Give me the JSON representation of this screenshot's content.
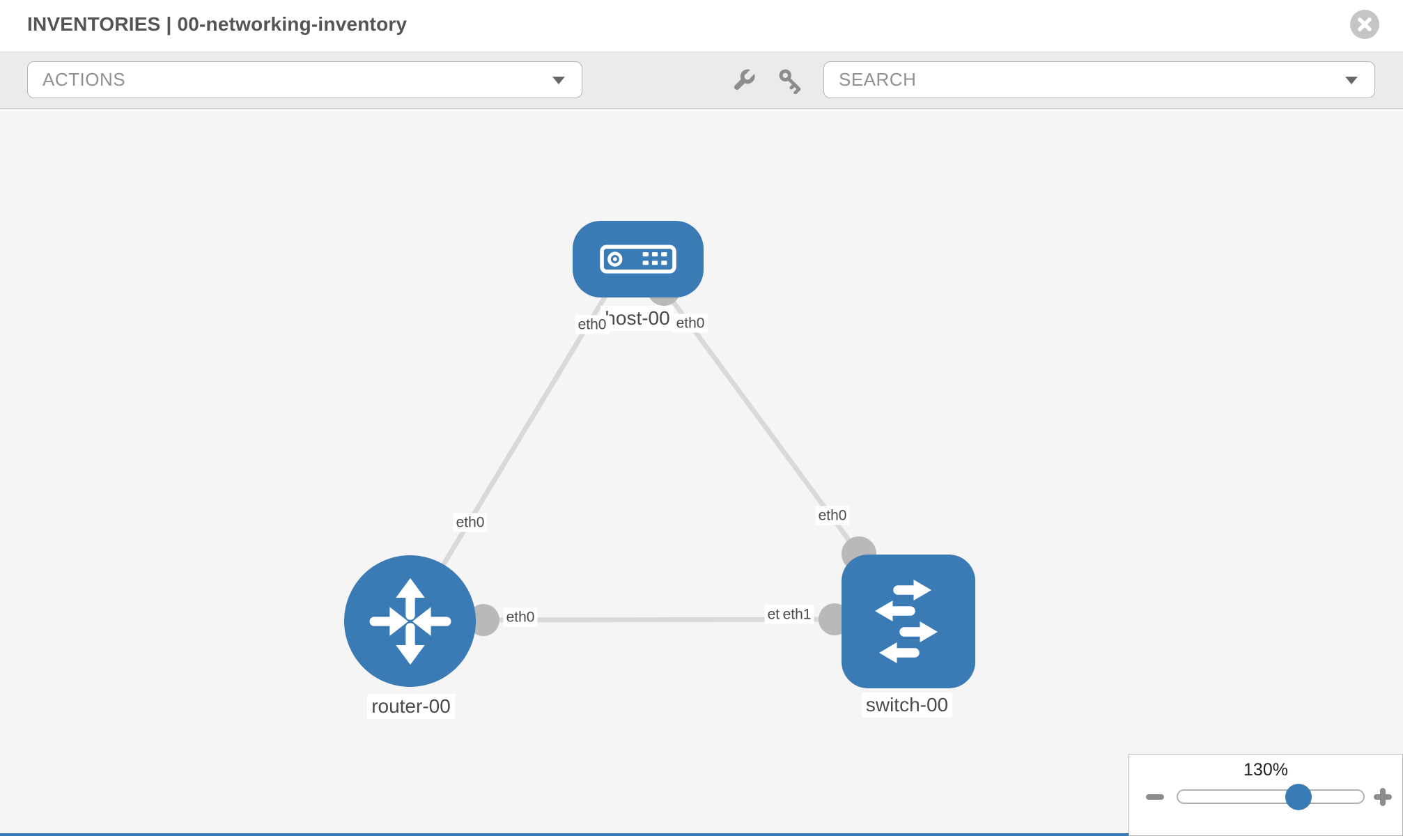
{
  "header": {
    "title": "INVENTORIES | 00-networking-inventory"
  },
  "toolbar": {
    "actions_label": "ACTIONS",
    "search_placeholder": "SEARCH",
    "icons": [
      "wrench-icon",
      "key-icon"
    ]
  },
  "topology": {
    "nodes": [
      {
        "name": "host-00",
        "type": "host",
        "label": "host-00"
      },
      {
        "name": "router-00",
        "type": "router",
        "label": "router-00"
      },
      {
        "name": "switch-00",
        "type": "switch",
        "label": "switch-00"
      }
    ],
    "links": [
      {
        "from": "host-00",
        "from_interface": "eth0",
        "to": "router-00",
        "to_interface": "eth0"
      },
      {
        "from": "host-00",
        "from_interface": "eth0",
        "to": "switch-00",
        "to_interface": "eth0"
      },
      {
        "from": "router-00",
        "from_interface": "eth0",
        "to": "switch-00",
        "to_interface": "eth1"
      }
    ],
    "interface_labels": [
      {
        "text": "eth0"
      },
      {
        "text": "eth0"
      },
      {
        "text": "eth0"
      },
      {
        "text": "eth0"
      },
      {
        "text": "eth0"
      },
      {
        "text": "eth0"
      },
      {
        "text": "eth1"
      }
    ]
  },
  "zoom_control": {
    "level": "130%"
  },
  "colors": {
    "node_blue": "#3a7bb6",
    "link_gray": "#d9d9d9",
    "connector_gray": "#b9b9b9",
    "canvas_bg": "#f5f5f5",
    "toolbar_bg": "#ebebeb",
    "accent_bar": "#337ab7"
  }
}
